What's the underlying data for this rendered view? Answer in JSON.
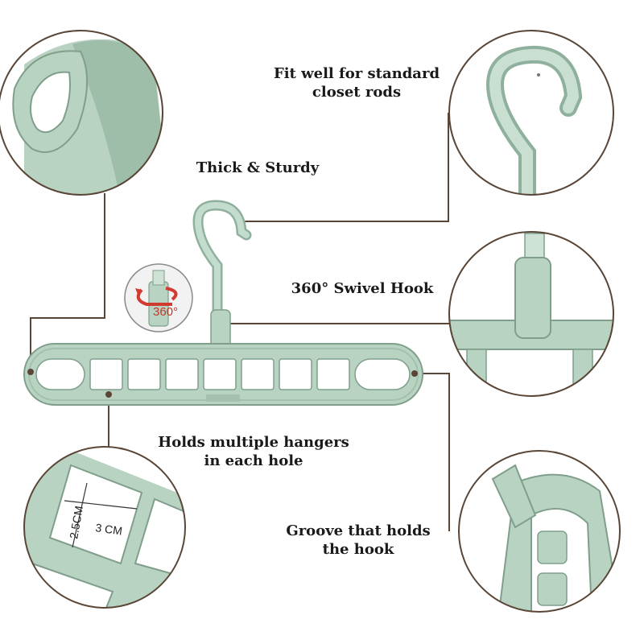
{
  "captions": {
    "fit": {
      "line1": "Fit well for standard",
      "line2": "closet rods"
    },
    "thick": "Thick & Sturdy",
    "swivel": "360° Swivel Hook",
    "holds": {
      "line1": "Holds multiple hangers",
      "line2": "in each hole"
    },
    "groove": {
      "line1": "Groove that holds",
      "line2": "the hook"
    }
  },
  "measurements": {
    "height": "2.5CM",
    "width": "3 CM"
  },
  "rotation_label": "360°",
  "colors": {
    "plastic": "#b9d3c2",
    "plastic_dark": "#8fb09c",
    "plastic_edge": "#7f9f8b",
    "line": "#5a4636",
    "arrow": "#d23b2f"
  }
}
